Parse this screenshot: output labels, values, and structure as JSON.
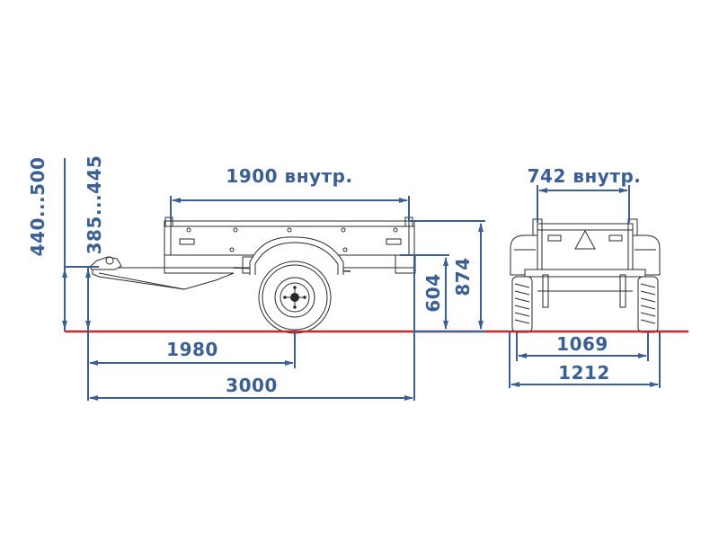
{
  "colors": {
    "dimension": "#3b5f93",
    "ground": "#c0282d",
    "outline": "#2a2a2a"
  },
  "dimensions": {
    "inner_length": "1900 внутр.",
    "inner_width": "742 внутр.",
    "hitch_height": "440...500",
    "coupler_height": "385...445",
    "axle_position": "1980",
    "overall_length": "3000",
    "body_height": "604",
    "overall_height": "874",
    "track_width": "1069",
    "overall_width": "1212"
  }
}
